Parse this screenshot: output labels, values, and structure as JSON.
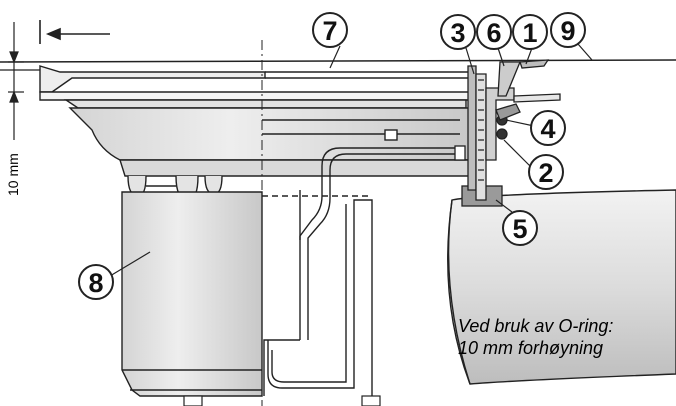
{
  "diagram": {
    "dimension_label": "10 mm",
    "callouts": [
      "1",
      "2",
      "3",
      "4",
      "5",
      "6",
      "7",
      "8",
      "9"
    ],
    "note_lines": [
      "Ved bruk av O-ring:",
      "10 mm forhøyning"
    ],
    "colors": {
      "line": "#222222",
      "fill_light": "#e6e6e6",
      "fill_mid": "#cfcfcf",
      "fill_dark": "#9a9a9a"
    }
  }
}
